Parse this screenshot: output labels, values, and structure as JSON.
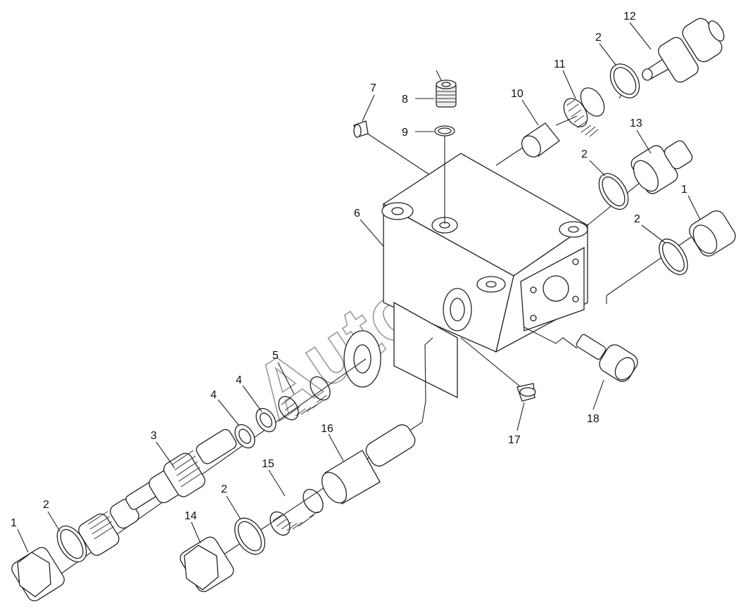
{
  "watermark": "AutoSoft",
  "callouts": [
    {
      "id": "c1a",
      "text": "1"
    },
    {
      "id": "c2a",
      "text": "2"
    },
    {
      "id": "c3",
      "text": "3"
    },
    {
      "id": "c4a",
      "text": "4"
    },
    {
      "id": "c4b",
      "text": "4"
    },
    {
      "id": "c5",
      "text": "5"
    },
    {
      "id": "c6",
      "text": "6"
    },
    {
      "id": "c7",
      "text": "7"
    },
    {
      "id": "c8",
      "text": "8"
    },
    {
      "id": "c9",
      "text": "9"
    },
    {
      "id": "c10",
      "text": "10"
    },
    {
      "id": "c11",
      "text": "11"
    },
    {
      "id": "c2b",
      "text": "2"
    },
    {
      "id": "c12",
      "text": "12"
    },
    {
      "id": "c13",
      "text": "13"
    },
    {
      "id": "c2c",
      "text": "2"
    },
    {
      "id": "c1b",
      "text": "1"
    },
    {
      "id": "c2d",
      "text": "2"
    },
    {
      "id": "c14",
      "text": "14"
    },
    {
      "id": "c2e",
      "text": "2"
    },
    {
      "id": "c15",
      "text": "15"
    },
    {
      "id": "c16",
      "text": "16"
    },
    {
      "id": "c17",
      "text": "17"
    },
    {
      "id": "c18",
      "text": "18"
    }
  ]
}
